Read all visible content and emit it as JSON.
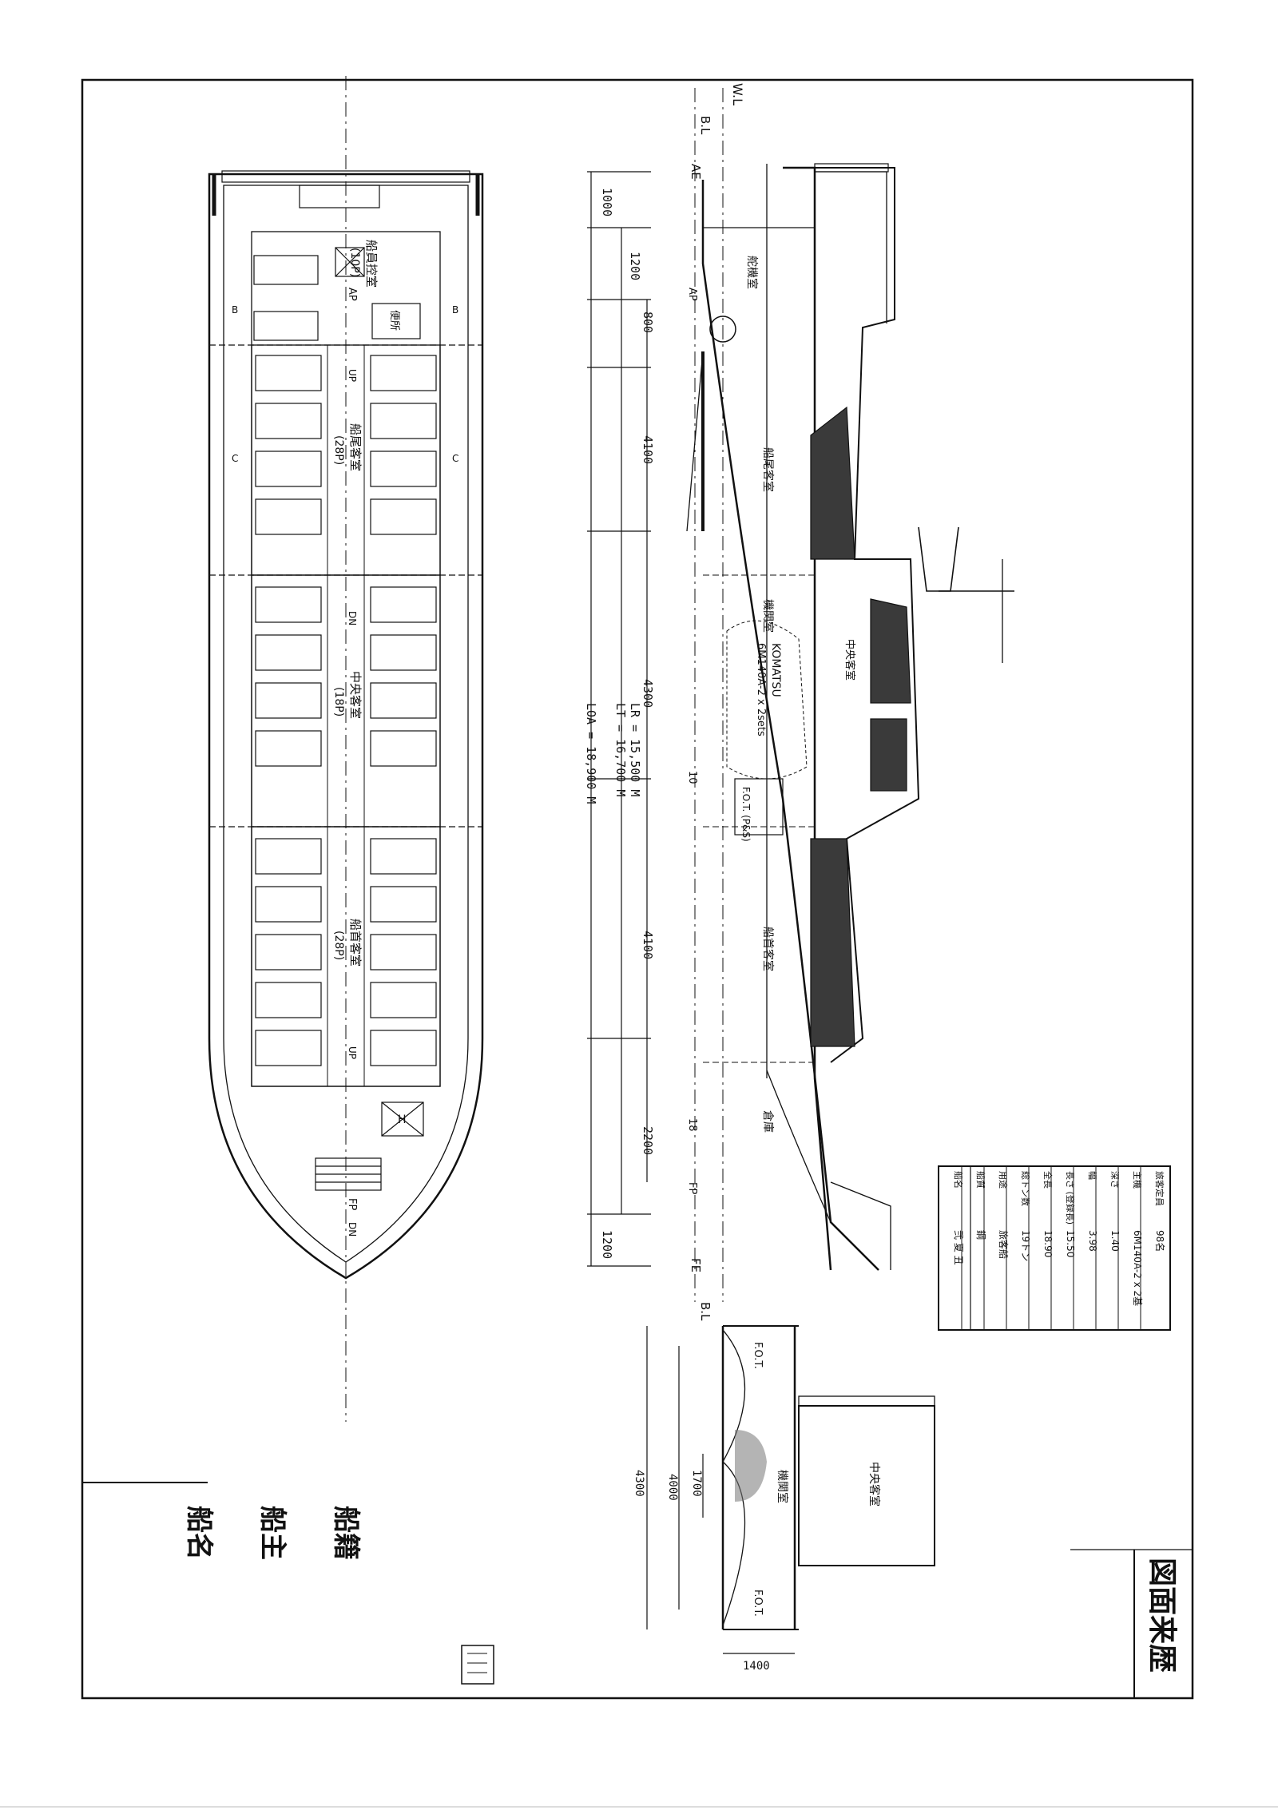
{
  "sheet": {
    "title_block": "図面来歴",
    "ownership_labels": [
      "船籍",
      "船主",
      "船名"
    ]
  },
  "plan_view": {
    "rooms": [
      {
        "name": "船員控室",
        "cap": "(10P)"
      },
      {
        "name": "船尾客室",
        "cap": "(28P)"
      },
      {
        "name": "中央客室",
        "cap": "(18P)"
      },
      {
        "name": "船首客室",
        "cap": "(28P)"
      }
    ],
    "toilet_label": "便所",
    "hatch": "H",
    "ladder_labels": [
      "UP",
      "DN"
    ],
    "station_labels": [
      "AP",
      "FP",
      "B",
      "C"
    ]
  },
  "profile_view": {
    "reference_lines": {
      "wl": "W.L",
      "bl": "B.L",
      "ae": "AE",
      "fe": "FE"
    },
    "station_marks": [
      "AP",
      "FP",
      "10",
      "18"
    ],
    "rooms": [
      "舵機室",
      "船尾客室",
      "機関室",
      "中央客室",
      "船首客室",
      "倉庫"
    ],
    "engine_text": [
      "KOMATSU",
      "6M140A-2 x 2sets"
    ],
    "tank_label": "F.O.T. (P&S)",
    "dimensions": {
      "vertical_segments": [
        "1000",
        "1200",
        "800",
        "4100",
        "4300",
        "4100",
        "2200",
        "1200"
      ],
      "lr": "LR = 15,500 M",
      "lt": "LT = 16,700 M",
      "loa": "LOA = 18,900 M"
    }
  },
  "section_view": {
    "labels": [
      "F.O.T.",
      "機関室",
      "中央客室"
    ],
    "dimensions": [
      "4300",
      "4000",
      "1700",
      "1400"
    ]
  },
  "particulars": {
    "rows": [
      {
        "key": "船名",
        "val": "弐 夏 丑"
      },
      {
        "key": "船質",
        "val": "鋼"
      },
      {
        "key": "用途",
        "val": "旅客船"
      },
      {
        "key": "総トン数",
        "val": "19トン"
      },
      {
        "key": "全長",
        "val": "18.90"
      },
      {
        "key": "長さ (登録長)",
        "val": "15.50"
      },
      {
        "key": "幅",
        "val": "3.98"
      },
      {
        "key": "深さ",
        "val": "1.40"
      },
      {
        "key": "主機",
        "val": "6M140A-2 x 2基"
      },
      {
        "key": "旅客定員",
        "val": "98名"
      }
    ]
  },
  "colors": {
    "ink": "#111111",
    "paper": "#ffffff",
    "shade": "#3a3a3a"
  }
}
